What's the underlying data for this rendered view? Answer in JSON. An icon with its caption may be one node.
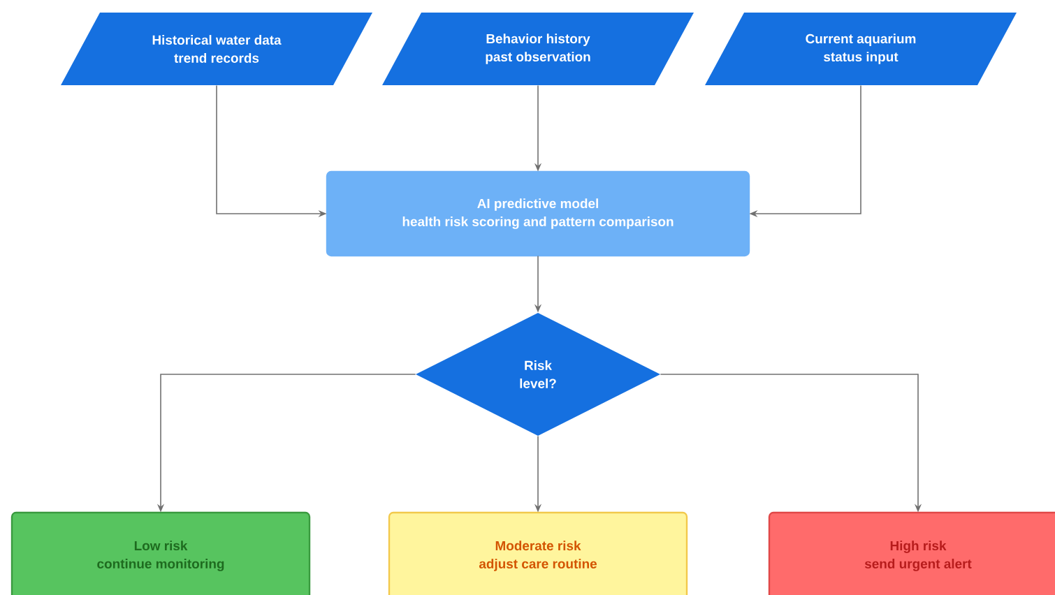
{
  "diagram": {
    "nodes": [
      {
        "text": [
          "Historical water data",
          "trend records"
        ]
      },
      {
        "text": [
          "Behavior history",
          "past observation"
        ]
      },
      {
        "text": [
          "Current aquarium",
          "status input"
        ]
      },
      {
        "text": [
          "AI predictive model",
          "health risk scoring and pattern comparison"
        ]
      },
      {
        "text": [
          "Risk level?"
        ]
      },
      {
        "text": [
          "Low risk",
          "continue monitoring"
        ]
      },
      {
        "text": [
          "Moderate risk",
          "adjust care routine"
        ]
      },
      {
        "text": [
          "High risk",
          "send urgent alert"
        ]
      }
    ],
    "edges": [
      {
        "from": 0,
        "to": 3,
        "arrow": "to"
      },
      {
        "from": 1,
        "to": 3,
        "arrow": "to"
      },
      {
        "from": 2,
        "to": 3,
        "arrow": "to"
      },
      {
        "from": 3,
        "to": 4,
        "arrow": "to"
      },
      {
        "from": 4,
        "to": 5,
        "arrow": "to"
      },
      {
        "from": 4,
        "to": 6,
        "arrow": "to"
      },
      {
        "from": 4,
        "to": 7,
        "arrow": "to"
      }
    ]
  }
}
